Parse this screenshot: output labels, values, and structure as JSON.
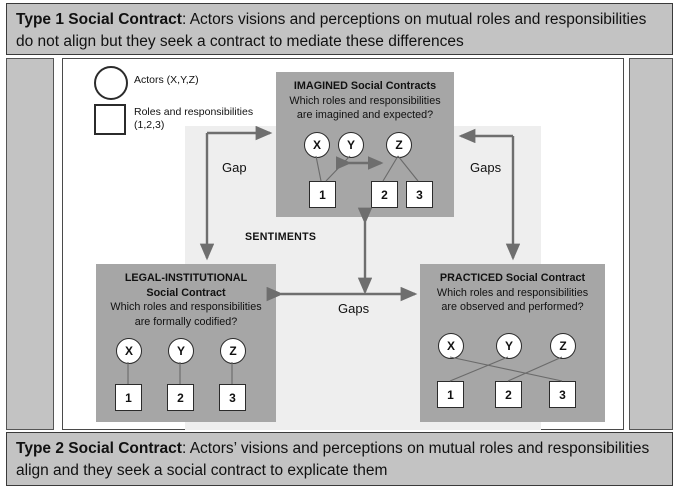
{
  "caption_top": {
    "label": "Type 1 Social Contract",
    "separator": ": ",
    "text": "Actors visions and perceptions on mutual roles and responsibilities do not align but they seek a contract to mediate these differences"
  },
  "caption_bottom": {
    "label": "Type 2 Social Contract",
    "separator": ": ",
    "text": "Actors’ visions and perceptions on mutual roles and responsibilities align and they seek a social contract to explicate them"
  },
  "legend": {
    "actors_label": "Actors (X,Y,Z)",
    "roles_label": "Roles and responsibilities (1,2,3)",
    "actor_shape": "circle",
    "role_shape": "square"
  },
  "boxes": {
    "imagined": {
      "title": "IMAGINED Social Contracts",
      "question_line1": "Which roles and responsibilities",
      "question_line2": "are imagined and expected?",
      "actors": [
        "X",
        "Y",
        "Z"
      ],
      "roles": [
        "1",
        "2",
        "3"
      ],
      "links": [
        [
          "X",
          "1"
        ],
        [
          "Y",
          "1"
        ],
        [
          "Z",
          "2"
        ],
        [
          "Z",
          "3"
        ]
      ],
      "inner_double_arrow": true
    },
    "legal": {
      "title_line1": "LEGAL-INSTITUTIONAL",
      "title_line2": "Social Contract",
      "question_line1": "Which roles and responsibilities",
      "question_line2": "are formally codified?",
      "actors": [
        "X",
        "Y",
        "Z"
      ],
      "roles": [
        "1",
        "2",
        "3"
      ],
      "links": [
        [
          "X",
          "1"
        ],
        [
          "Y",
          "2"
        ],
        [
          "Z",
          "3"
        ]
      ]
    },
    "practiced": {
      "title": "PRACTICED Social Contract",
      "question_line1": "Which roles and responsibilities",
      "question_line2": "are observed and performed?",
      "actors": [
        "X",
        "Y",
        "Z"
      ],
      "roles": [
        "1",
        "2",
        "3"
      ],
      "links": [
        [
          "X",
          "3"
        ],
        [
          "Y",
          "1"
        ],
        [
          "Z",
          "2"
        ]
      ]
    }
  },
  "connectors": {
    "gap_left": "Gap",
    "gaps_right": "Gaps",
    "gaps_center": "Gaps",
    "sentiments": "SENTIMENTS"
  },
  "colors": {
    "banner_bg": "#c3c3c3",
    "box_fill": "#a6a6a6",
    "backdrop_fill": "#eeeeee",
    "node_fill": "#ffffff",
    "arrow_stroke": "#6e6e6e",
    "outline": "#2b2b2b",
    "canvas_bg": "#ffffff"
  }
}
